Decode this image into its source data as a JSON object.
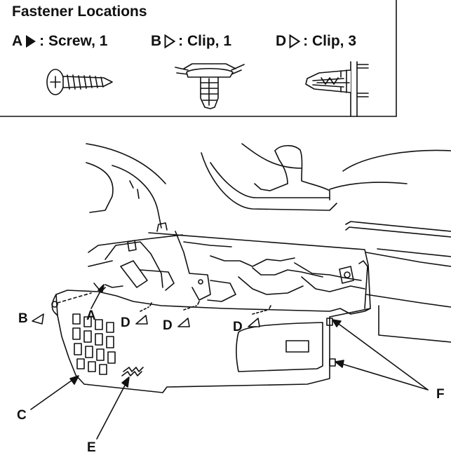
{
  "header": {
    "title": "Fastener Locations",
    "fasteners": [
      {
        "letter": "A",
        "text": ": Screw, 1",
        "symbol": "filled-triangle"
      },
      {
        "letter": "B",
        "text": ": Clip, 1",
        "symbol": "outline-triangle"
      },
      {
        "letter": "D",
        "text": ": Clip, 3",
        "symbol": "outline-triangle"
      }
    ]
  },
  "callouts": {
    "a": "A",
    "b": "B",
    "c": "C",
    "d1": "D",
    "d2": "D",
    "d3": "D",
    "e": "E",
    "f": "F"
  }
}
